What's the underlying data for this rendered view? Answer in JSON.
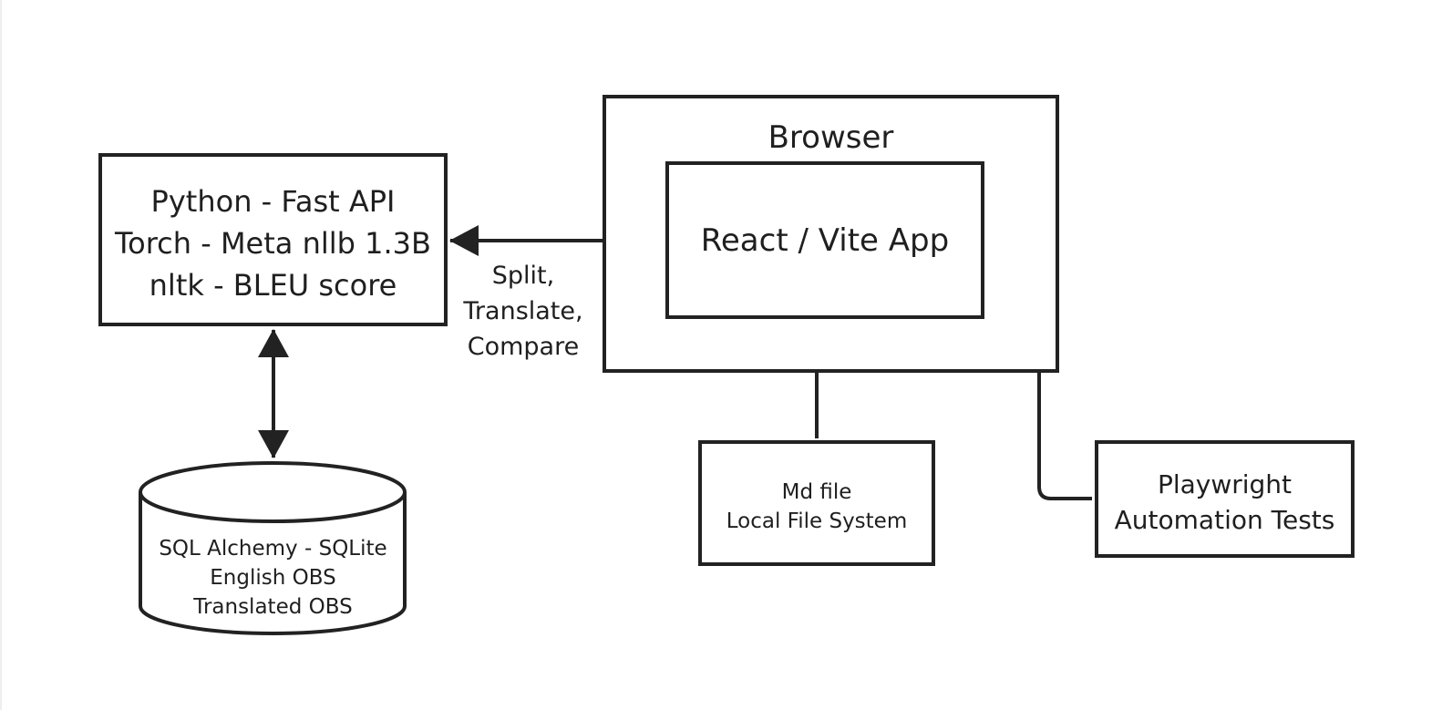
{
  "nodes": {
    "python": {
      "lines": [
        "Python - Fast API",
        "Torch - Meta nllb 1.3B",
        "nltk - BLEU score"
      ]
    },
    "browser": {
      "title": "Browser"
    },
    "react": {
      "label": "React / Vite App"
    },
    "database": {
      "lines": [
        "SQL Alchemy - SQLite",
        "English OBS",
        "Translated OBS"
      ]
    },
    "md_file": {
      "lines": [
        "Md file",
        "Local File System"
      ]
    },
    "playwright": {
      "lines": [
        "Playwright",
        "Automation Tests"
      ]
    }
  },
  "edges": {
    "python_react": {
      "label_lines": [
        "Split,",
        "Translate,",
        "Compare"
      ]
    }
  },
  "colors": {
    "stroke": "#222222",
    "text": "#1f1f1f",
    "background": "#ffffff"
  }
}
